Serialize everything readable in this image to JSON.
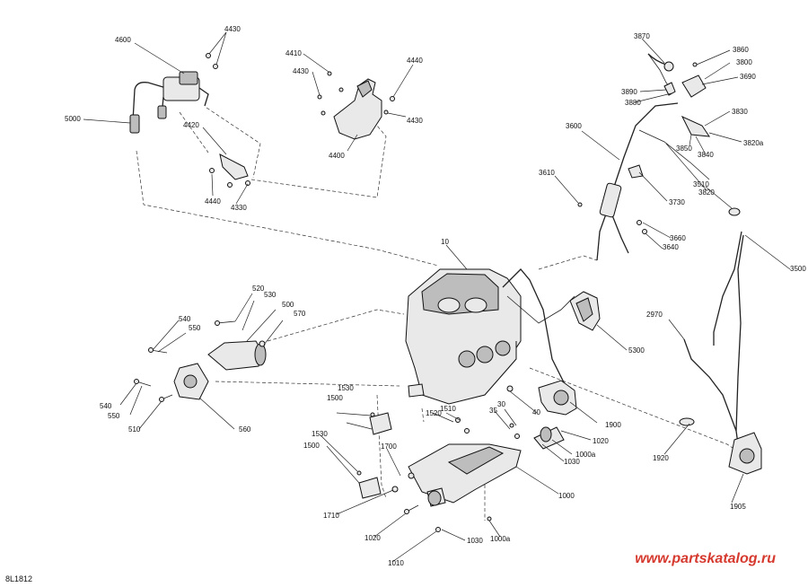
{
  "diagram": {
    "code": "8L1812",
    "watermark": "www.partskatalog.ru",
    "callouts": [
      "4600",
      "4430",
      "5000",
      "4420",
      "4440",
      "4330",
      "4410",
      "4430",
      "4440",
      "4430",
      "4400",
      "3870",
      "3860",
      "3800",
      "3690",
      "3890",
      "3880",
      "3830",
      "3600",
      "3850",
      "3840",
      "3820a",
      "3610",
      "3730",
      "3510",
      "3820",
      "3660",
      "3640",
      "3500",
      "10",
      "520",
      "530",
      "500",
      "570",
      "540",
      "550",
      "540",
      "550",
      "510",
      "560",
      "5300",
      "2970",
      "1530",
      "1500",
      "1510",
      "1520",
      "35",
      "30",
      "40",
      "1900",
      "1020",
      "1000a",
      "1030",
      "1920",
      "1530",
      "1500",
      "1700",
      "1000",
      "1905",
      "1710",
      "1020",
      "1030",
      "1000a",
      "1010"
    ]
  }
}
